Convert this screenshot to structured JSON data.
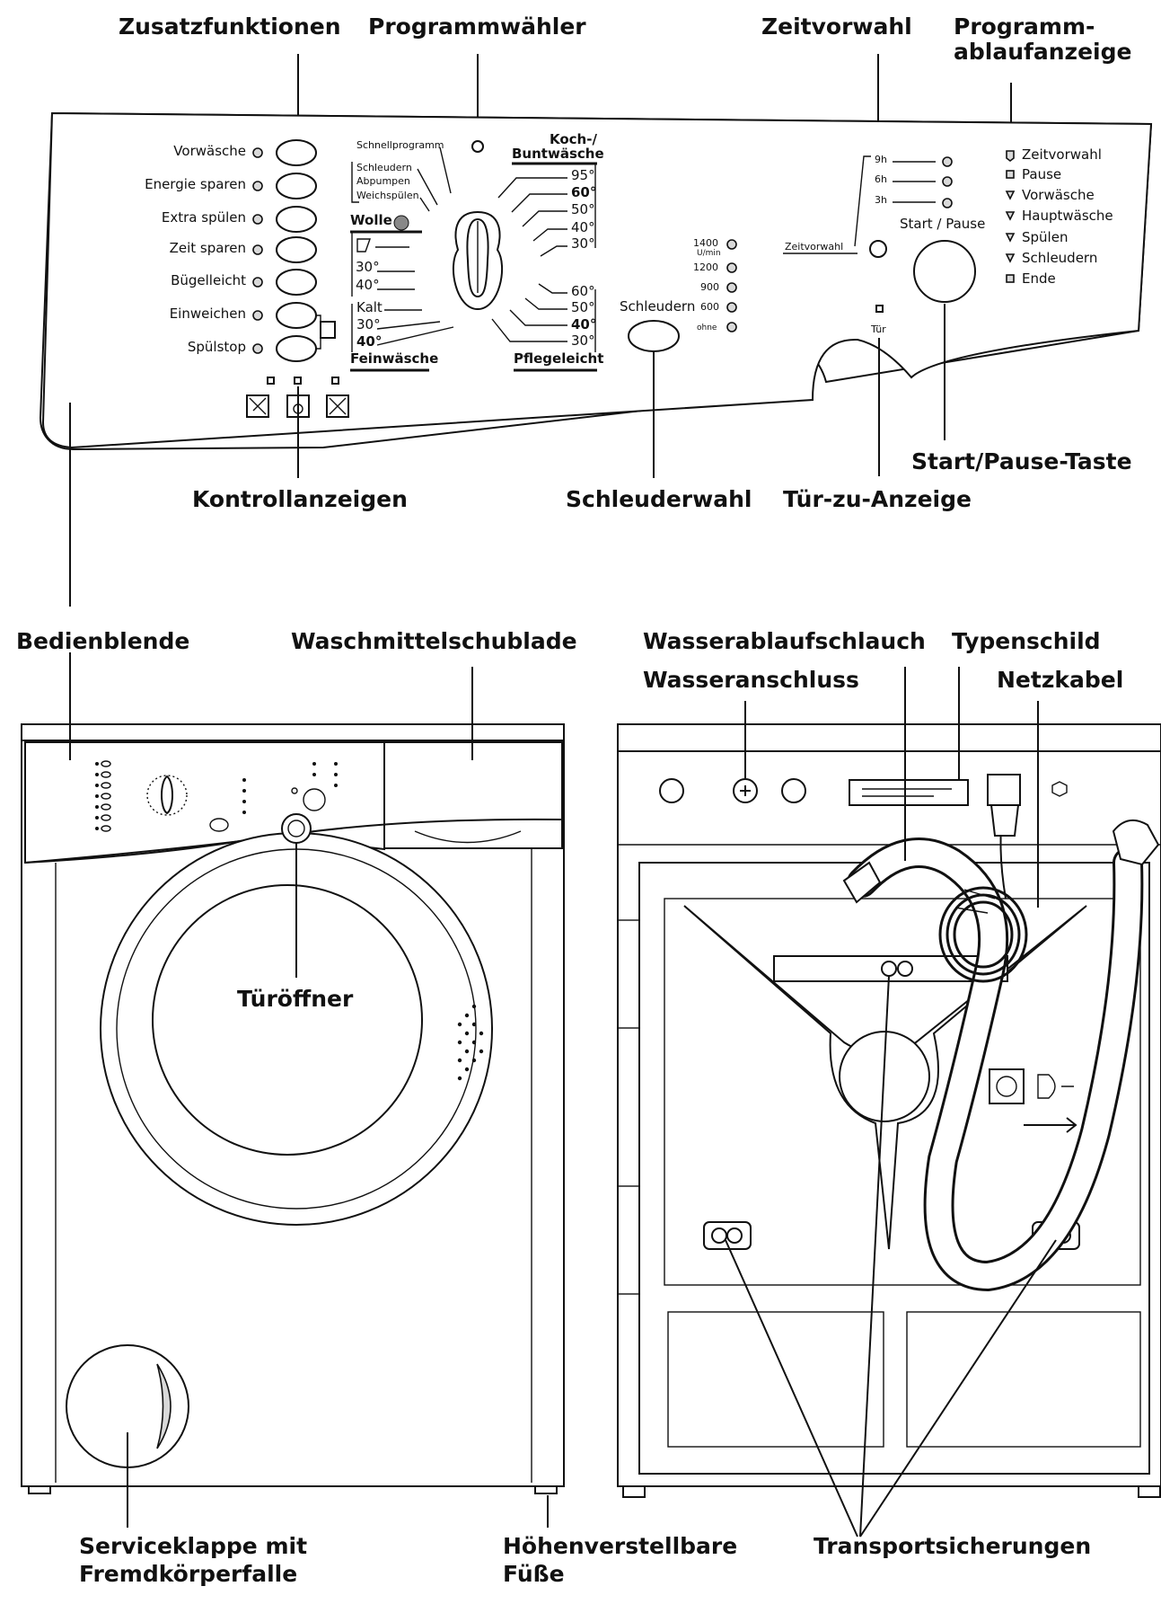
{
  "callouts": {
    "zusatzfunktionen": "Zusatzfunktionen",
    "programmwaehler": "Programmwähler",
    "zeitvorwahl": "Zeitvorwahl",
    "programmablaufanzeige_1": "Programm-",
    "programmablaufanzeige_2": "ablaufanzeige",
    "kontrollanzeigen": "Kontrollanzeigen",
    "schleuderwahl": "Schleuderwahl",
    "tuer_zu_anzeige": "Tür-zu-Anzeige",
    "start_pause_taste": "Start/Pause-Taste",
    "bedienblende": "Bedienblende",
    "waschmittelschublade": "Waschmittelschublade",
    "wasserablaufschlauch": "Wasserablaufschlauch",
    "typenschild": "Typenschild",
    "wasseranschluss": "Wasseranschluss",
    "netzkabel": "Netzkabel",
    "tueroeffner": "Türöffner",
    "serviceklappe_1": "Serviceklappe mit",
    "serviceklappe_2": "Fremdkörperfalle",
    "hoehenverstellbar_1": "Höhenverstellbare",
    "hoehenverstellbar_2": "Füße",
    "transportsicherungen": "Transportsicherungen"
  },
  "panel": {
    "options": [
      "Vorwäsche",
      "Energie sparen",
      "Extra spülen",
      "Zeit sparen",
      "Bügelleicht",
      "Einweichen",
      "Spülstop"
    ],
    "dial": {
      "schnellprogramm": "Schnellprogramm",
      "schleudern": "Schleudern",
      "abpumpen": "Abpumpen",
      "weichspuelen": "Weichspülen",
      "wolle": "Wolle",
      "wolle_temps": [
        "30°",
        "40°"
      ],
      "fein_temps": [
        "Kalt",
        "30°",
        "40°"
      ],
      "feinwaesche": "Feinwäsche",
      "koch_1": "Koch-/",
      "koch_2": "Buntwäsche",
      "koch_temps": [
        "95°",
        "60°",
        "50°",
        "40°",
        "30°"
      ],
      "pflege_temps": [
        "60°",
        "50°",
        "40°",
        "30°"
      ],
      "pflegeleicht": "Pflegeleicht"
    },
    "spin": {
      "label": "Schleudern",
      "speeds": [
        "1400",
        "1200",
        "900",
        "600",
        "ohne"
      ],
      "unit": "U/min"
    },
    "delay": {
      "hours": [
        "9h",
        "6h",
        "3h"
      ],
      "button": "Zeitvorwahl",
      "start_label": "Start / Pause",
      "door": "Tür"
    },
    "sequence": [
      "Zeitvorwahl",
      "Pause",
      "Vorwäsche",
      "Hauptwäsche",
      "Spülen",
      "Schleudern",
      "Ende"
    ]
  }
}
